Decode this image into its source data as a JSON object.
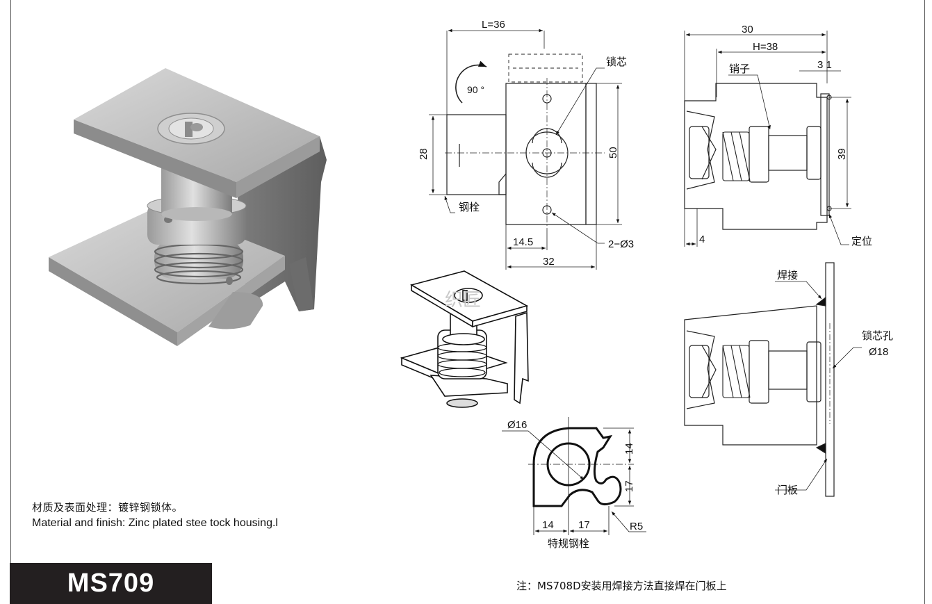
{
  "model": "MS709",
  "material": {
    "cn": "材质及表面处理：镀锌钢锁体。",
    "en": "Material and finish: Zinc plated stee tock housing.l"
  },
  "footnote": "注：MS708D安装用焊接方法直接焊在门板上",
  "front_view": {
    "dim_L": "L=36",
    "rotation": "90 °",
    "callout_core": "锁芯",
    "callout_bolt": "钢栓",
    "dim_height_left": "28",
    "dim_height_right": "50",
    "dim_14_5": "14.5",
    "dim_32": "32",
    "dim_holes": "2−Ø3"
  },
  "side_view": {
    "dim_30": "30",
    "dim_H": "H=38",
    "dim_3_1": "3 1",
    "callout_pin": "销子",
    "dim_39": "39",
    "dim_4": "4",
    "callout_locate": "定位"
  },
  "weld_view": {
    "callout_weld": "焊接",
    "callout_core_hole": "锁芯孔",
    "dim_core_hole": "Ø18",
    "callout_door": "门板"
  },
  "special_bolt": {
    "dim_diameter": "Ø16",
    "dim_14_v": "14",
    "dim_17_v": "17",
    "dim_14_h": "14",
    "dim_17_h": "17",
    "dim_radius": "R5",
    "caption": "特规钢栓"
  },
  "watermark": "织匠"
}
